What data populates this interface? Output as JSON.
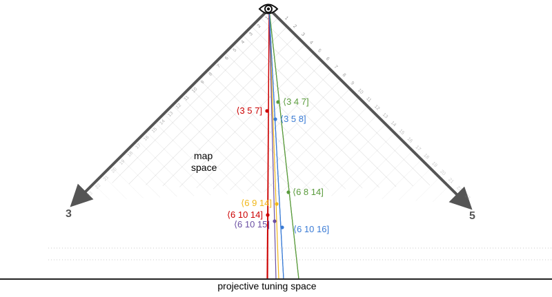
{
  "axes": {
    "left_label": "3",
    "right_label": "5",
    "left_ticks": [
      "1",
      "2",
      "3",
      "4",
      "5",
      "6",
      "7",
      "8",
      "9",
      "10",
      "11",
      "12",
      "13",
      "14",
      "15",
      "16",
      "17",
      "18",
      "19",
      "20",
      "21",
      "22",
      "23"
    ],
    "right_ticks": [
      "1",
      "2",
      "3",
      "4",
      "5",
      "6",
      "7",
      "8",
      "9",
      "10",
      "11",
      "12",
      "13",
      "14",
      "15",
      "16",
      "17",
      "18",
      "19",
      "20",
      "21",
      "22",
      "23"
    ]
  },
  "regions": {
    "map_space_line1": "map",
    "map_space_line2": "space",
    "tuning_space": "projective tuning space"
  },
  "viewer_icon": "eye-icon",
  "maps": [
    {
      "id": "m357",
      "label": "⟨3 5 7]",
      "color": "#cc0000"
    },
    {
      "id": "m347",
      "label": "⟨3 4 7]",
      "color": "#5a9b3c"
    },
    {
      "id": "m358",
      "label": "⟨3 5 8]",
      "color": "#3a7bd5"
    },
    {
      "id": "m6814",
      "label": "⟨6 8 14]",
      "color": "#5a9b3c"
    },
    {
      "id": "m6914",
      "label": "⟨6 9 14]",
      "color": "#f1b718"
    },
    {
      "id": "m61014",
      "label": "⟨6 10 14]",
      "color": "#cc0000"
    },
    {
      "id": "m61015",
      "label": "⟨6 10 15]",
      "color": "#6a4fa3"
    },
    {
      "id": "m61016",
      "label": "⟨6 10 16]",
      "color": "#3a7bd5"
    }
  ]
}
